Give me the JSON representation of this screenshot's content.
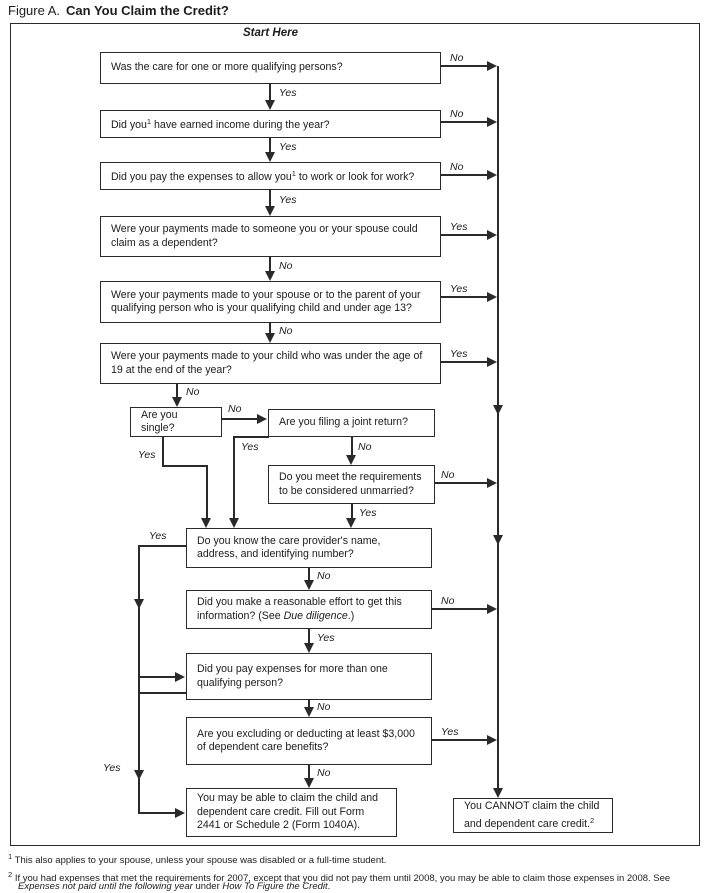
{
  "title": {
    "prefix": "Figure A.",
    "main": "Can You Claim the Credit?"
  },
  "start_here": "Start Here",
  "labels": {
    "yes": "Yes",
    "no": "No"
  },
  "nodes": {
    "q1": "Was the care for one or more qualifying persons?",
    "q2": {
      "pre": "Did you",
      "sup": "1",
      "post": " have earned income during the year?"
    },
    "q3": {
      "pre": "Did you pay the expenses to allow you",
      "sup": "1",
      "post": " to work or look for work?"
    },
    "q4": "Were your payments made to someone you or your spouse could\nclaim as a dependent?",
    "q5": "Were your payments made to your spouse or to the parent of your\nqualifying person who is your qualifying child and under age 13?",
    "q6": "Were your payments made to your child who was under the age of\n19 at the end of the year?",
    "q7": "Are you single?",
    "q8": "Are you filing a joint return?",
    "q9": "Do you meet the requirements\nto be considered unmarried?",
    "q10": "Do you know the care provider's name,\naddress, and identifying number?",
    "q11": {
      "pre": "Did you make a reasonable effort to get this\ninformation? (See ",
      "italic": "Due diligence",
      "post": ".)"
    },
    "q12": "Did you pay expenses for more than one\nqualifying person?",
    "q13": "Are you excluding or deducting at least $3,000\nof dependent care benefits?",
    "result_yes": "You may be able to claim the child and\ndependent care credit. Fill out Form\n2441 or Schedule 2 (Form 1040A).",
    "result_no": {
      "text": "You CANNOT claim the child\nand dependent care credit.",
      "sup": "2"
    }
  },
  "footnotes": {
    "fn1_sup": "1",
    "fn1": "This also applies to your spouse, unless your spouse was disabled or a full-time student.",
    "fn2_sup": "2",
    "fn2_line1": "If you had expenses that met the requirements for 2007, except that you did not pay them until 2008, you may be able to claim those expenses in 2008. See",
    "fn2_italic1": "Expenses not paid until the following year",
    "fn2_mid": " under ",
    "fn2_italic2": "How To Figure the Credit",
    "fn2_end": "."
  }
}
